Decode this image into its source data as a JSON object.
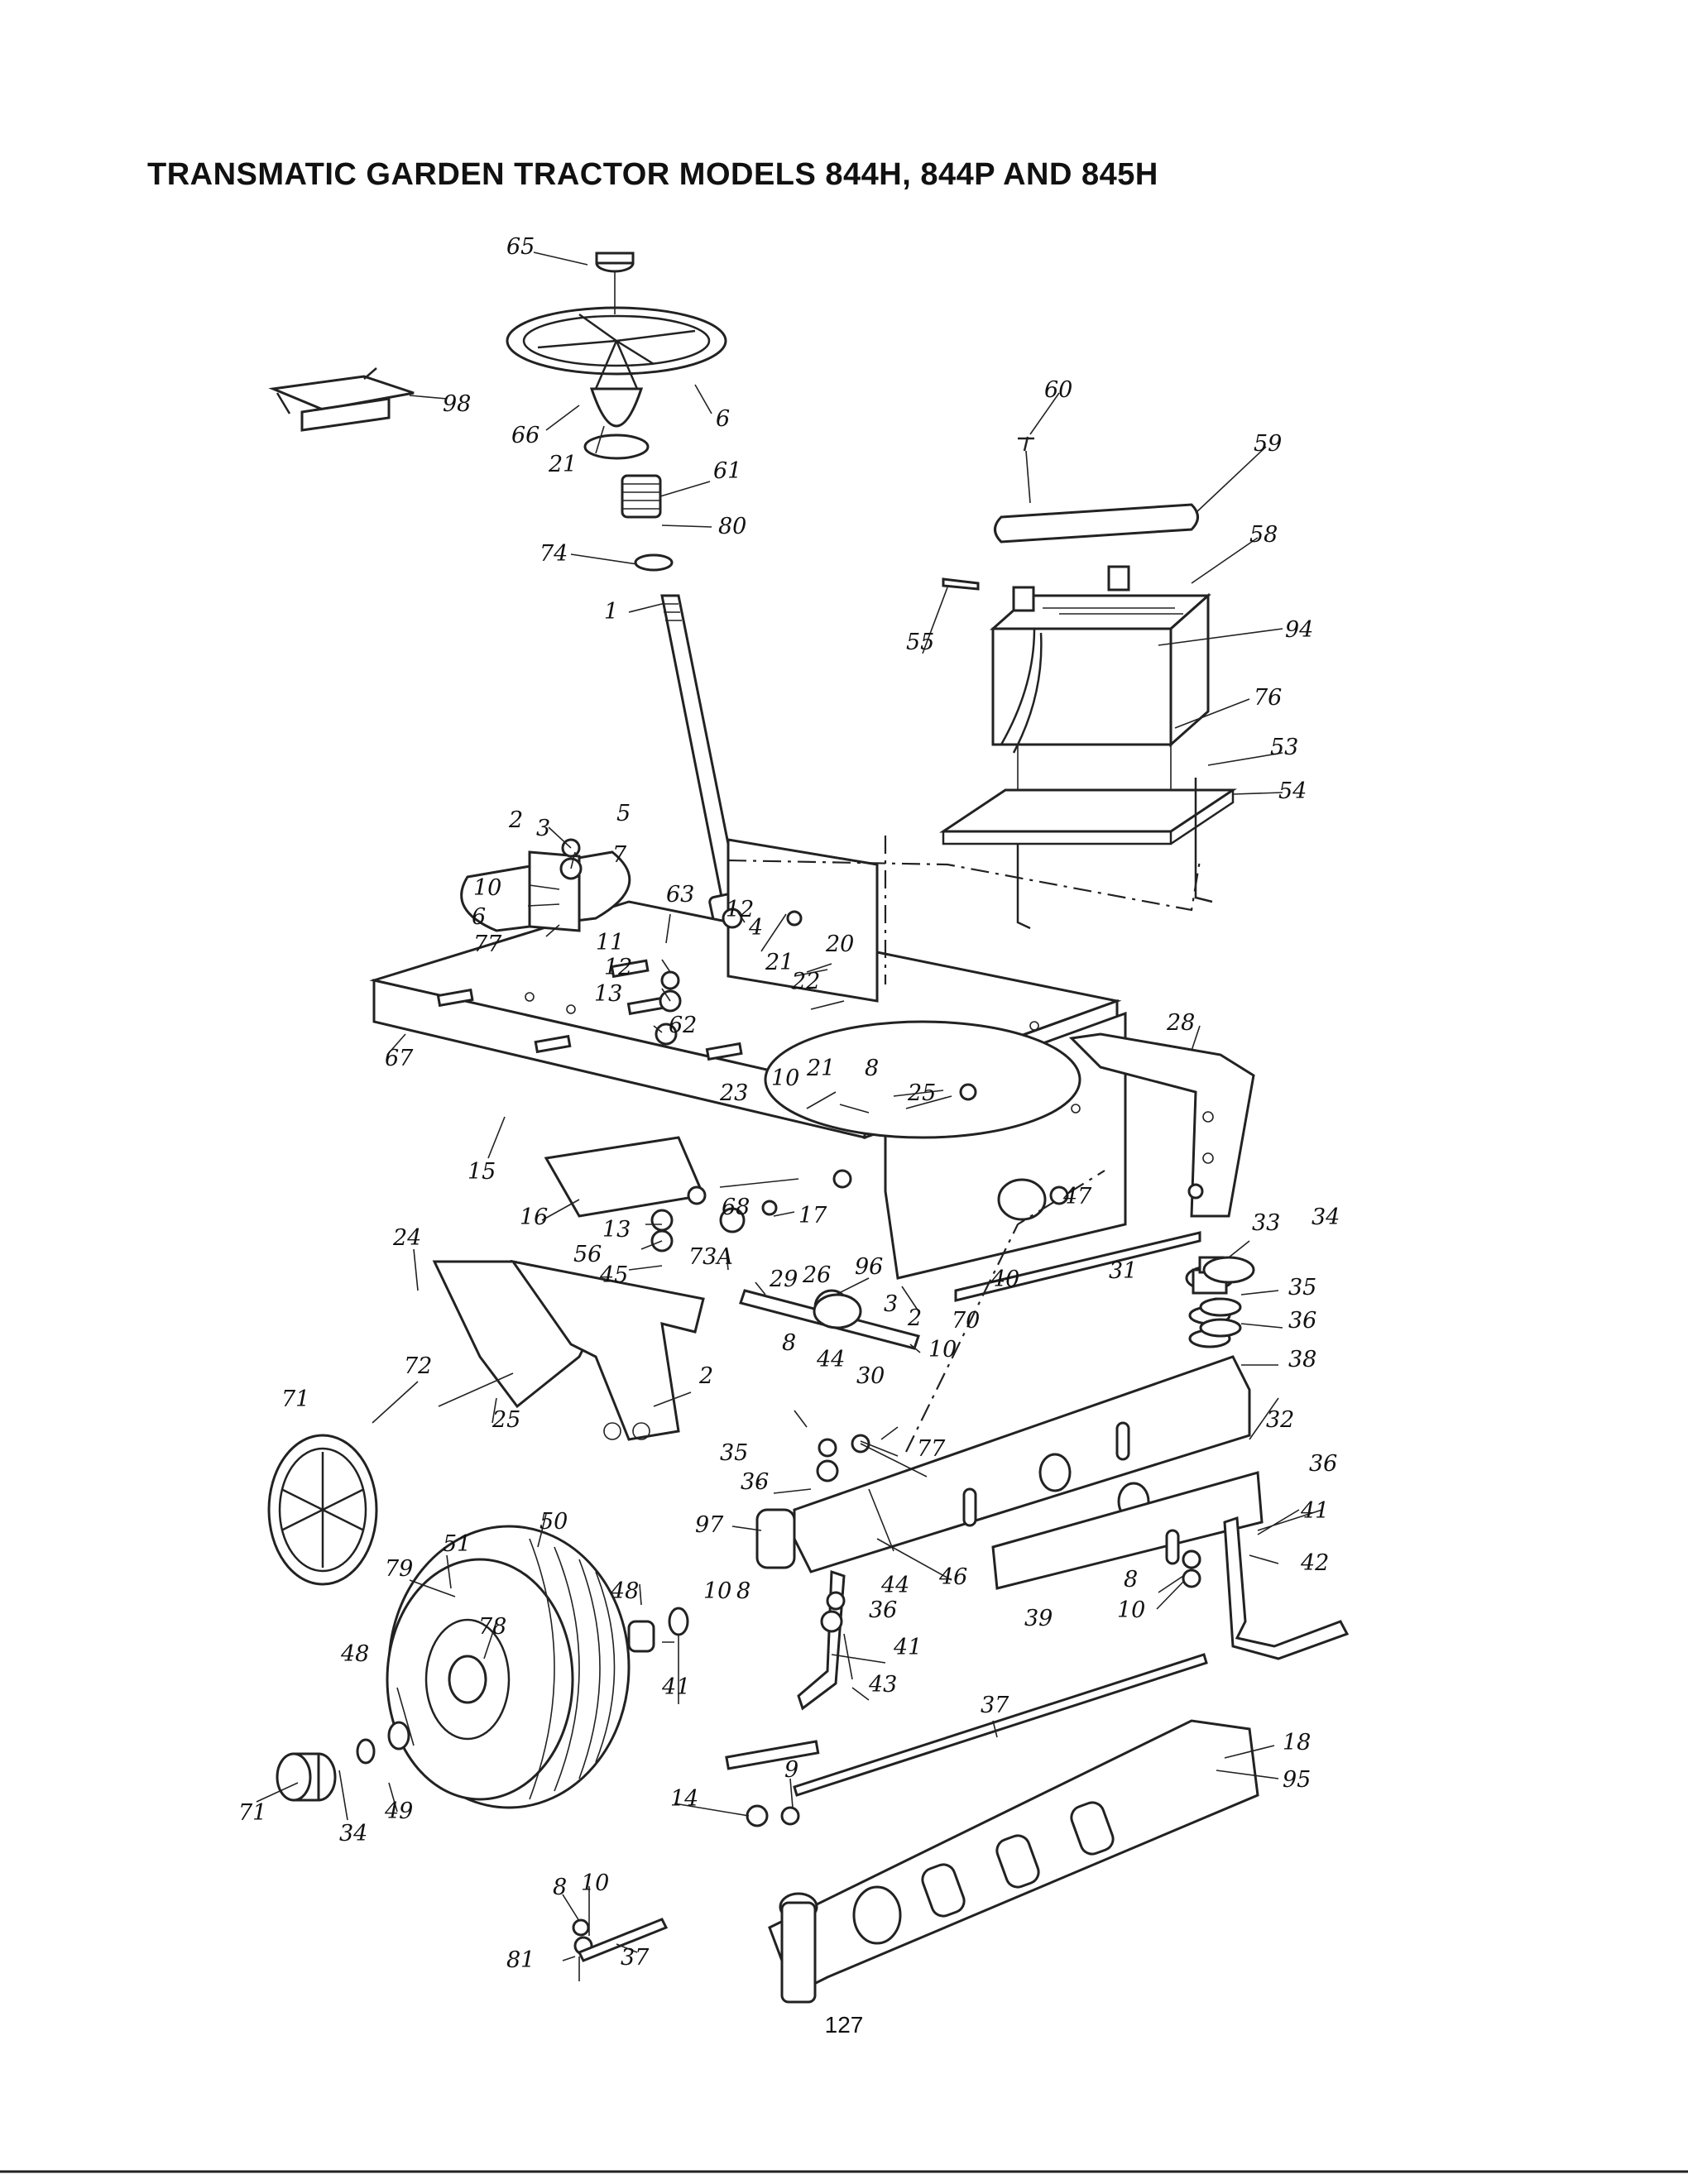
{
  "page": {
    "title": "TRANSMATIC GARDEN TRACTOR MODELS 844H, 844P AND 845H",
    "page_number": "127"
  },
  "callouts": {
    "c65": "65",
    "c98": "98",
    "c66": "66",
    "c6a": "6",
    "c21a": "21",
    "c60": "60",
    "c59": "59",
    "c61": "61",
    "c80": "80",
    "c74": "74",
    "c58": "58",
    "c1": "1",
    "c55": "55",
    "c94": "94",
    "c76": "76",
    "c53": "53",
    "c54": "54",
    "c2a": "2",
    "c3a": "3",
    "c5": "5",
    "c7": "7",
    "c10a": "10",
    "c6b": "6",
    "c77a": "77",
    "c63": "63",
    "c12a": "12",
    "c4": "4",
    "c20": "20",
    "c11": "11",
    "c12b": "12",
    "c13a": "13",
    "c21b": "21",
    "c22": "22",
    "c62": "62",
    "c28": "28",
    "c67": "67",
    "c21c": "21",
    "c23": "23",
    "c10b": "10",
    "c8a": "8",
    "c25a": "25",
    "c15": "15",
    "c47": "47",
    "c16": "16",
    "c68": "68",
    "c17": "17",
    "c13b": "13",
    "c56": "56",
    "c73a": "73A",
    "c45": "45",
    "c24": "24",
    "c29": "29",
    "c26": "26",
    "c96": "96",
    "c40": "40",
    "c31": "31",
    "c33": "33",
    "c34a": "34",
    "c35a": "35",
    "c36a": "36",
    "c3b": "3",
    "c2b": "2",
    "c70": "70",
    "c38": "38",
    "c2c": "2",
    "c72": "72",
    "c71a": "71",
    "c25b": "25",
    "c8b": "8",
    "c44a": "44",
    "c30": "30",
    "c10c": "10",
    "c32": "32",
    "c35b": "35",
    "c77b": "77",
    "c36b": "36",
    "c36c": "36",
    "c41a": "41",
    "c97": "97",
    "c50": "50",
    "c51": "51",
    "c79": "79",
    "c48a": "48",
    "c78": "78",
    "c44b": "44",
    "c46": "46",
    "c8c": "8",
    "c42": "42",
    "c10d": "10",
    "c39": "39",
    "c10e": "10",
    "c8d": "8",
    "c36d": "36",
    "c41b": "41",
    "c41c": "41",
    "c48b": "48",
    "c43": "43",
    "c37a": "37",
    "c18": "18",
    "c95": "95",
    "c71b": "71",
    "c34b": "34",
    "c49": "49",
    "c14": "14",
    "c9": "9",
    "c8e": "8",
    "c10f": "10",
    "c81": "81",
    "c37b": "37"
  }
}
